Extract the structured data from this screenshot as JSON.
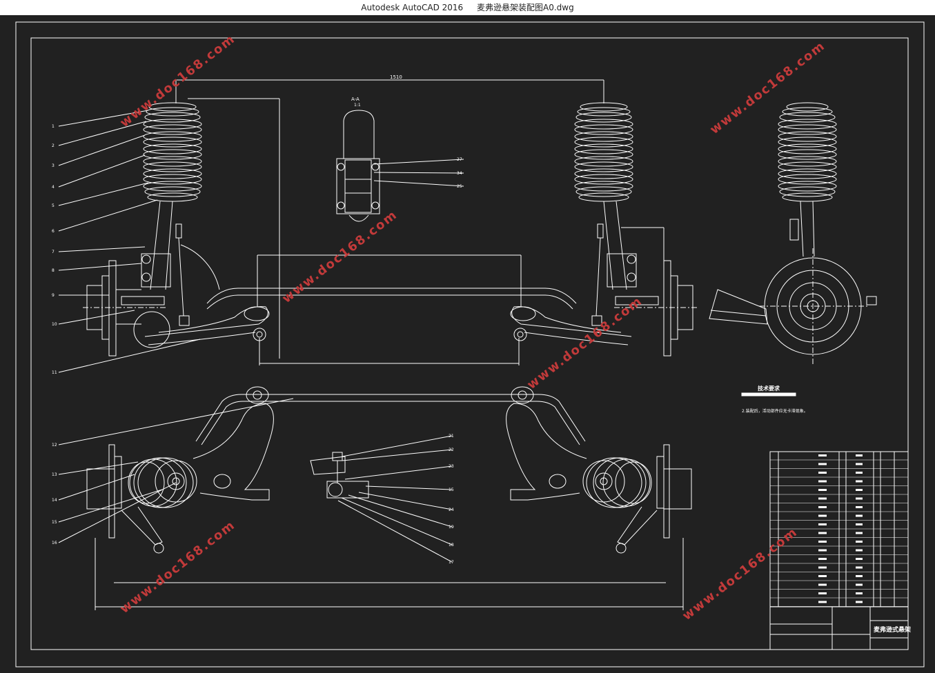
{
  "window": {
    "app": "Autodesk AutoCAD 2016",
    "file": "麦弗逊悬架装配图A0.dwg"
  },
  "watermark": "www.doc168.com",
  "drawing": {
    "background": "#212121",
    "line_color": "#ffffff",
    "watermark_color": "#c23a3a",
    "top_dimension": "1510",
    "balloons_left": [
      "1",
      "2",
      "3",
      "4",
      "5",
      "6",
      "7",
      "8",
      "9",
      "10",
      "11"
    ],
    "balloons_bottom_left": [
      "12",
      "13",
      "14",
      "15",
      "16"
    ],
    "detail_callouts_top": [
      "27",
      "34",
      "25"
    ],
    "detail_callouts_mid": [
      "21",
      "22",
      "23",
      "15",
      "24",
      "19",
      "18",
      "17"
    ],
    "section_label": "A-A",
    "scale_label": "1:1",
    "notes_title": "技术要求",
    "notes_line2": "2.装配后，活动部件应无卡滞现象。",
    "title_block_name": "麦弗逊式悬架"
  }
}
